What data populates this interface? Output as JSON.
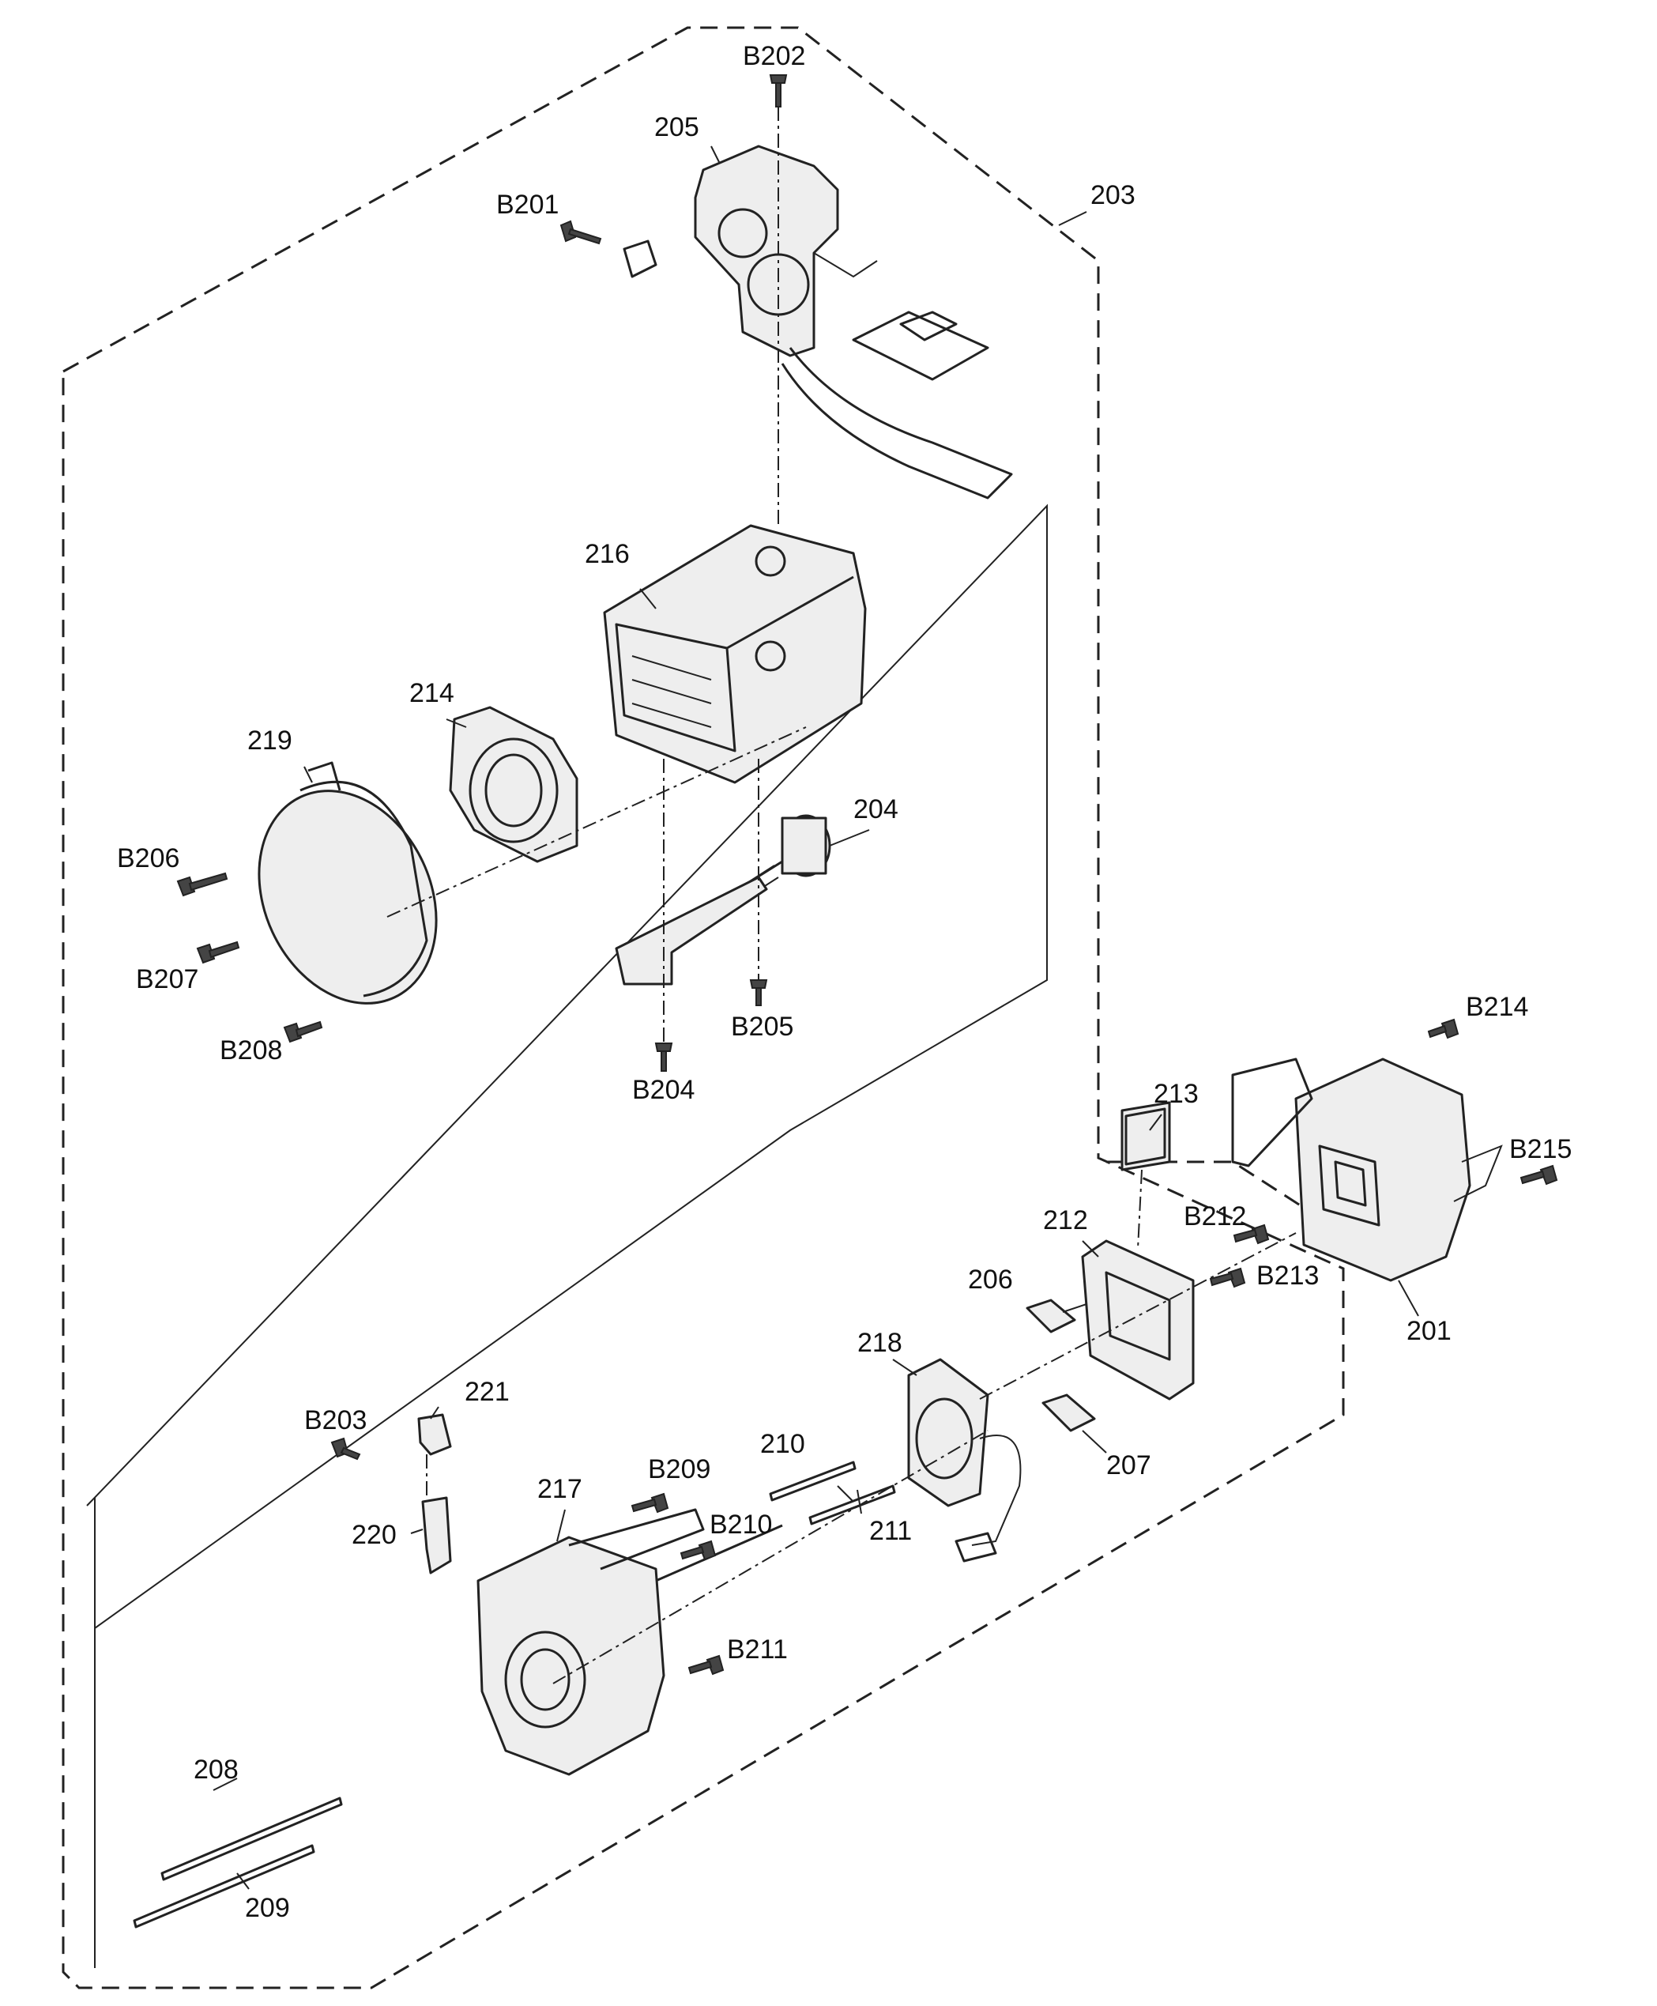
{
  "labels": {
    "b202": "B202",
    "l205": "205",
    "b201": "B201",
    "l203": "203",
    "l216": "216",
    "l214": "214",
    "l219": "219",
    "l204": "204",
    "b206": "B206",
    "b207": "B207",
    "b208": "B208",
    "b205": "B205",
    "b204": "B204",
    "b214": "B214",
    "l213": "213",
    "b215": "B215",
    "l212": "212",
    "b212": "B212",
    "b213": "B213",
    "l206": "206",
    "l201": "201",
    "l218": "218",
    "l221": "221",
    "b203": "B203",
    "l210": "210",
    "b209": "B209",
    "l217": "217",
    "l220": "220",
    "b210": "B210",
    "l211": "211",
    "l207": "207",
    "b211": "B211",
    "l208": "208",
    "l209": "209"
  }
}
